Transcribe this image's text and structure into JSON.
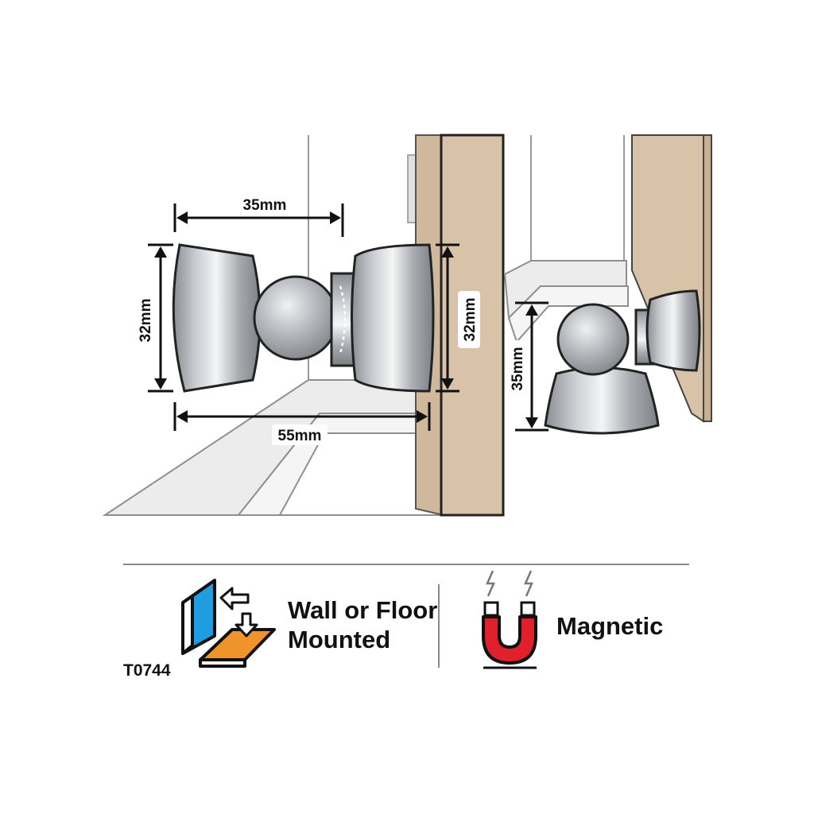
{
  "dimensions": {
    "width_top": "35mm",
    "height_left": "32mm",
    "height_base": "32mm",
    "length_total": "55mm",
    "height_floor_unit": "35mm"
  },
  "features": {
    "mounting": {
      "line1": "Wall or Floor",
      "line2": "Mounted",
      "icon": "wall-floor-mount-icon"
    },
    "magnetic": {
      "label": "Magnetic",
      "icon": "horseshoe-magnet-icon"
    }
  },
  "product_code": "T0744",
  "colors": {
    "wood": "#d8c3a8",
    "wall_blue": "#1e9ee0",
    "floor_orange": "#ef9428",
    "magnet_red": "#e0202a",
    "metal": "#b9bcc1"
  }
}
